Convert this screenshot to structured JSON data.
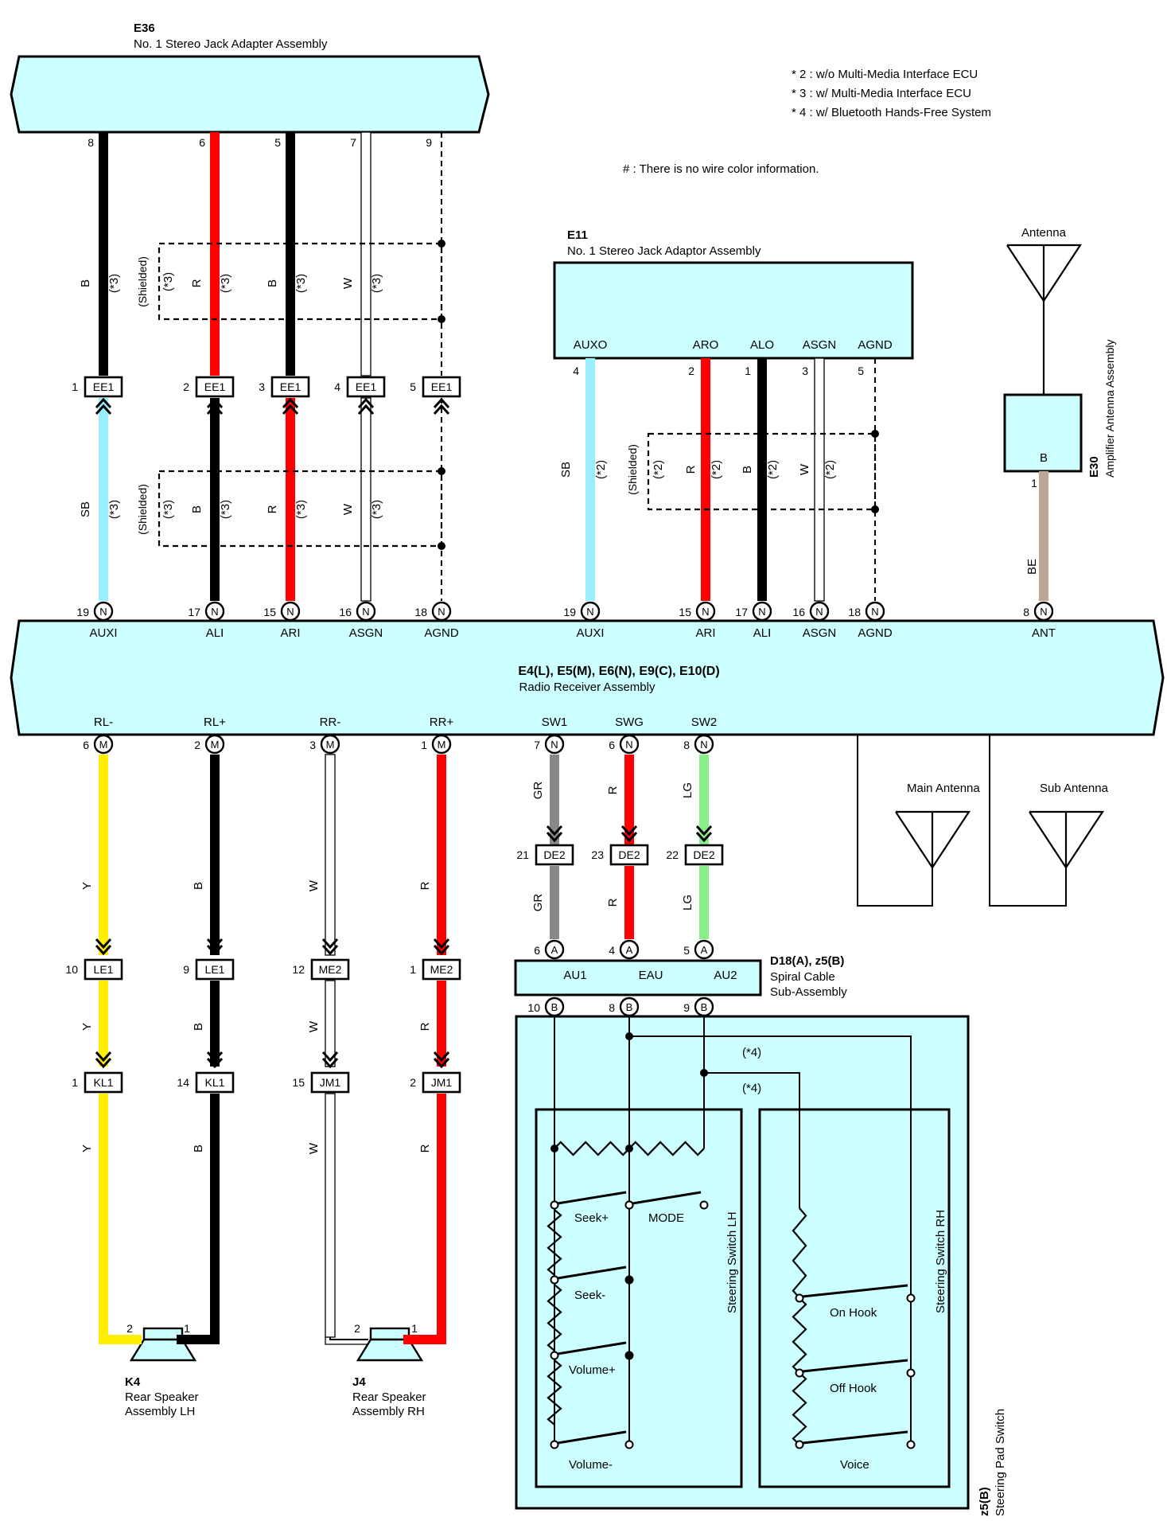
{
  "notes": {
    "lines": [
      "* 2 : w/o Multi-Media Interface ECU",
      "* 3 : w/ Multi-Media Interface ECU",
      "* 4 : w/ Bluetooth Hands-Free System"
    ],
    "no_color": "# : There is no wire color information."
  },
  "colors": {
    "assembly_fill": "#ccffff",
    "B": "#000000",
    "R": "#ff0000",
    "SB": "#99eeff",
    "W": "#ffffff",
    "Y": "#ffee00",
    "GR": "#888888",
    "LG": "#88ee88",
    "BE": "#b9a89a"
  },
  "e36": {
    "code": "E36",
    "name": "No. 1 Stereo Jack Adapter Assembly"
  },
  "e11": {
    "code": "E11",
    "name": "No. 1 Stereo Jack Adaptor Assembly"
  },
  "radio": {
    "code": "E4(L), E5(M), E6(N), E9(C), E10(D)",
    "name": "Radio Receiver Assembly"
  },
  "antenna": {
    "label": "Antenna",
    "code": "E30",
    "name": "Amplifier Antenna Assembly",
    "pin_label": "B",
    "pin_num": "1",
    "wire": "BE"
  },
  "main_antenna": "Main Antenna",
  "sub_antenna": "Sub Antenna",
  "spiral": {
    "code": "D18(A), z5(B)",
    "name1": "Spiral Cable",
    "name2": "Sub-Assembly",
    "labels": [
      "AU1",
      "EAU",
      "AU2"
    ]
  },
  "pad_switch": {
    "code": "z5(B)",
    "name": "Steering Pad Switch",
    "lh": "Steering Switch LH",
    "rh": "Steering Switch RH",
    "tag": "(*4)"
  },
  "lh_switches": [
    "Seek+",
    "MODE",
    "Seek-",
    "Volume+",
    "Volume-"
  ],
  "rh_switches": [
    "On Hook",
    "Off Hook",
    "Voice"
  ],
  "shielded": "(Shielded)",
  "left_group": {
    "e36_pins": [
      "8",
      "6",
      "5",
      "7",
      "9"
    ],
    "top_colors": [
      "B",
      "R",
      "B",
      "W",
      ""
    ],
    "ee1_pins": [
      "1",
      "2",
      "3",
      "4",
      "5"
    ],
    "ee1_label": "EE1",
    "bottom_colors": [
      "SB",
      "B",
      "R",
      "W",
      ""
    ],
    "tag": "(*3)",
    "radio_pins": [
      "19",
      "17",
      "15",
      "16",
      "18"
    ],
    "radio_conn": "N",
    "radio_labels": [
      "AUXI",
      "ALI",
      "ARI",
      "ASGN",
      "AGND"
    ]
  },
  "right_group": {
    "e11_labels": [
      "AUXO",
      "ARO",
      "ALO",
      "ASGN",
      "AGND"
    ],
    "e11_pins": [
      "4",
      "2",
      "1",
      "3",
      "5"
    ],
    "colors": [
      "SB",
      "R",
      "B",
      "W",
      ""
    ],
    "tag": "(*2)",
    "radio_pins": [
      "19",
      "15",
      "17",
      "16",
      "18"
    ],
    "radio_conn": "N",
    "radio_labels": [
      "AUXI",
      "ARI",
      "ALI",
      "ASGN",
      "AGND"
    ],
    "ant_pin": "8",
    "ant_label": "ANT"
  },
  "speakers": {
    "radio_labels": [
      "RL-",
      "RL+",
      "RR-",
      "RR+"
    ],
    "radio_pins": [
      "6",
      "2",
      "3",
      "1"
    ],
    "radio_conn": "M",
    "colors": [
      "Y",
      "B",
      "W",
      "R"
    ],
    "mid_pins": [
      "10",
      "9",
      "12",
      "1"
    ],
    "mid_labels": [
      "LE1",
      "LE1",
      "ME2",
      "ME2"
    ],
    "low_pins": [
      "1",
      "14",
      "15",
      "2"
    ],
    "low_labels": [
      "KL1",
      "KL1",
      "JM1",
      "JM1"
    ],
    "k4": {
      "code": "K4",
      "name1": "Rear Speaker",
      "name2": "Assembly LH",
      "pins": [
        "2",
        "1"
      ]
    },
    "j4": {
      "code": "J4",
      "name1": "Rear Speaker",
      "name2": "Assembly RH",
      "pins": [
        "2",
        "1"
      ]
    }
  },
  "steering": {
    "radio_labels": [
      "SW1",
      "SWG",
      "SW2"
    ],
    "radio_pins": [
      "7",
      "6",
      "8"
    ],
    "radio_conn": "N",
    "colors": [
      "GR",
      "R",
      "LG"
    ],
    "de2_pins": [
      "21",
      "23",
      "22"
    ],
    "de2_label": "DE2",
    "a_pins": [
      "6",
      "4",
      "5"
    ],
    "a_conn": "A",
    "b_pins": [
      "10",
      "8",
      "9"
    ],
    "b_conn": "B"
  }
}
